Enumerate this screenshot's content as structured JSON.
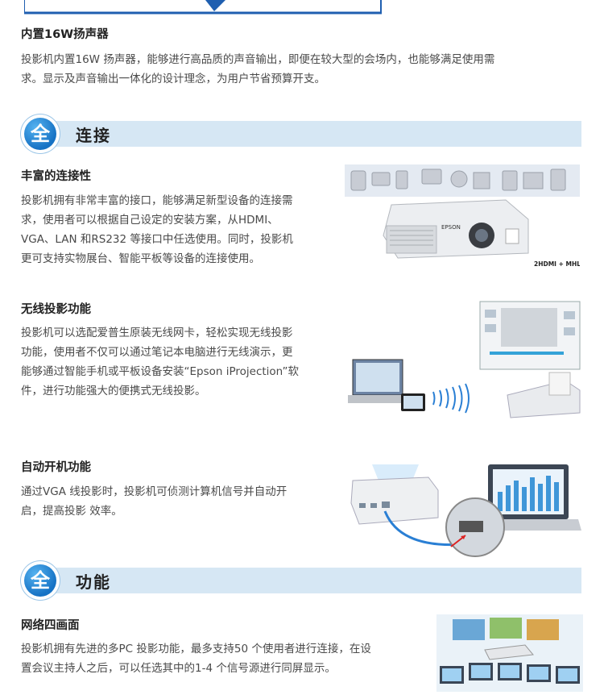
{
  "speaker": {
    "heading": "内置16W扬声器",
    "body": [
      "投影机内置16W 扬声器，能够进行高品质的声音输出，即便在较大型的会场内，也能够满足使用需",
      "求。显示及声音输出一体化的设计理念，为用户节省预算开支。"
    ]
  },
  "section_connect": {
    "badge": "全",
    "title": "连接"
  },
  "connectivity": {
    "heading": "丰富的连接性",
    "body": [
      "投影机拥有非常丰富的接口，能够满足新型设备的连接需",
      "求，使用者可以根据自己设定的安装方案，从HDMI、",
      "VGA、LAN 和RS232 等接口中任选使用。同时，投影机",
      "更可支持实物展台、智能平板等设备的连接使用。"
    ],
    "image_caption": "2HDMI + MHL",
    "brand": "EPSON"
  },
  "wireless": {
    "heading": "无线投影功能",
    "body": [
      "投影机可以选配爱普生原装无线网卡，轻松实现无线投影",
      "功能，使用者不仅可以通过笔记本电脑进行无线演示，更",
      "能够通过智能手机或平板设备安装“Epson iProjection”软",
      "件，进行功能强大的便携式无线投影。"
    ]
  },
  "autopower": {
    "heading": "自动开机功能",
    "body": [
      "通过VGA 线投影时，投影机可侦测计算机信号并自动开",
      "启，提高投影 效率。"
    ]
  },
  "section_function": {
    "badge": "全",
    "title": "功能"
  },
  "multipc": {
    "heading": "网络四画面",
    "body": [
      "投影机拥有先进的多PC 投影功能，最多支持50 个使用者进行连接，在设",
      "置会议主持人之后，可以任选其中的1-4 个信号源进行同屏显示。"
    ]
  },
  "colors": {
    "band": "#d6e7f4",
    "badge": "#1672c4",
    "accent_blue": "#2a7fd4"
  }
}
